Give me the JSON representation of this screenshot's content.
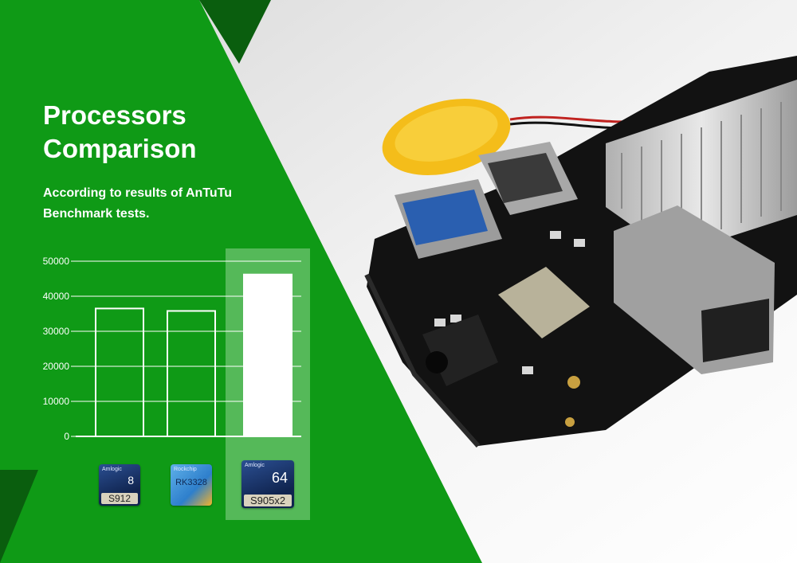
{
  "heading": {
    "title_line1": "Processors",
    "title_line2": "Comparison",
    "subtitle_line1": "According to results of AnTuTu",
    "subtitle_line2": "Benchmark tests."
  },
  "colors": {
    "brand_green": "#0f9a16",
    "dark_green": "#0a5e0e",
    "bar_fill": "#ffffff",
    "highlight": "#8fd491"
  },
  "chart_data": {
    "type": "bar",
    "categories": [
      "S912",
      "RK3328",
      "S905x2"
    ],
    "values": [
      36500,
      35800,
      46200
    ],
    "ylim": [
      0,
      50000
    ],
    "yticks": [
      0,
      10000,
      20000,
      30000,
      40000,
      50000
    ],
    "ytick_labels": [
      "0",
      "10000",
      "20000",
      "30000",
      "40000",
      "50000"
    ],
    "highlighted_category": "S905x2",
    "grid": true,
    "legend": "none"
  },
  "chips": [
    {
      "label": "S912",
      "brand": "Amlogic",
      "badge": "8",
      "icon": "amlogic-chip-icon"
    },
    {
      "label": "RK3328",
      "brand": "Rockchip",
      "badge": "",
      "icon": "rockchip-chip-icon"
    },
    {
      "label": "S905x2",
      "brand": "Amlogic",
      "badge": "64",
      "icon": "amlogic-chip-icon"
    }
  ]
}
